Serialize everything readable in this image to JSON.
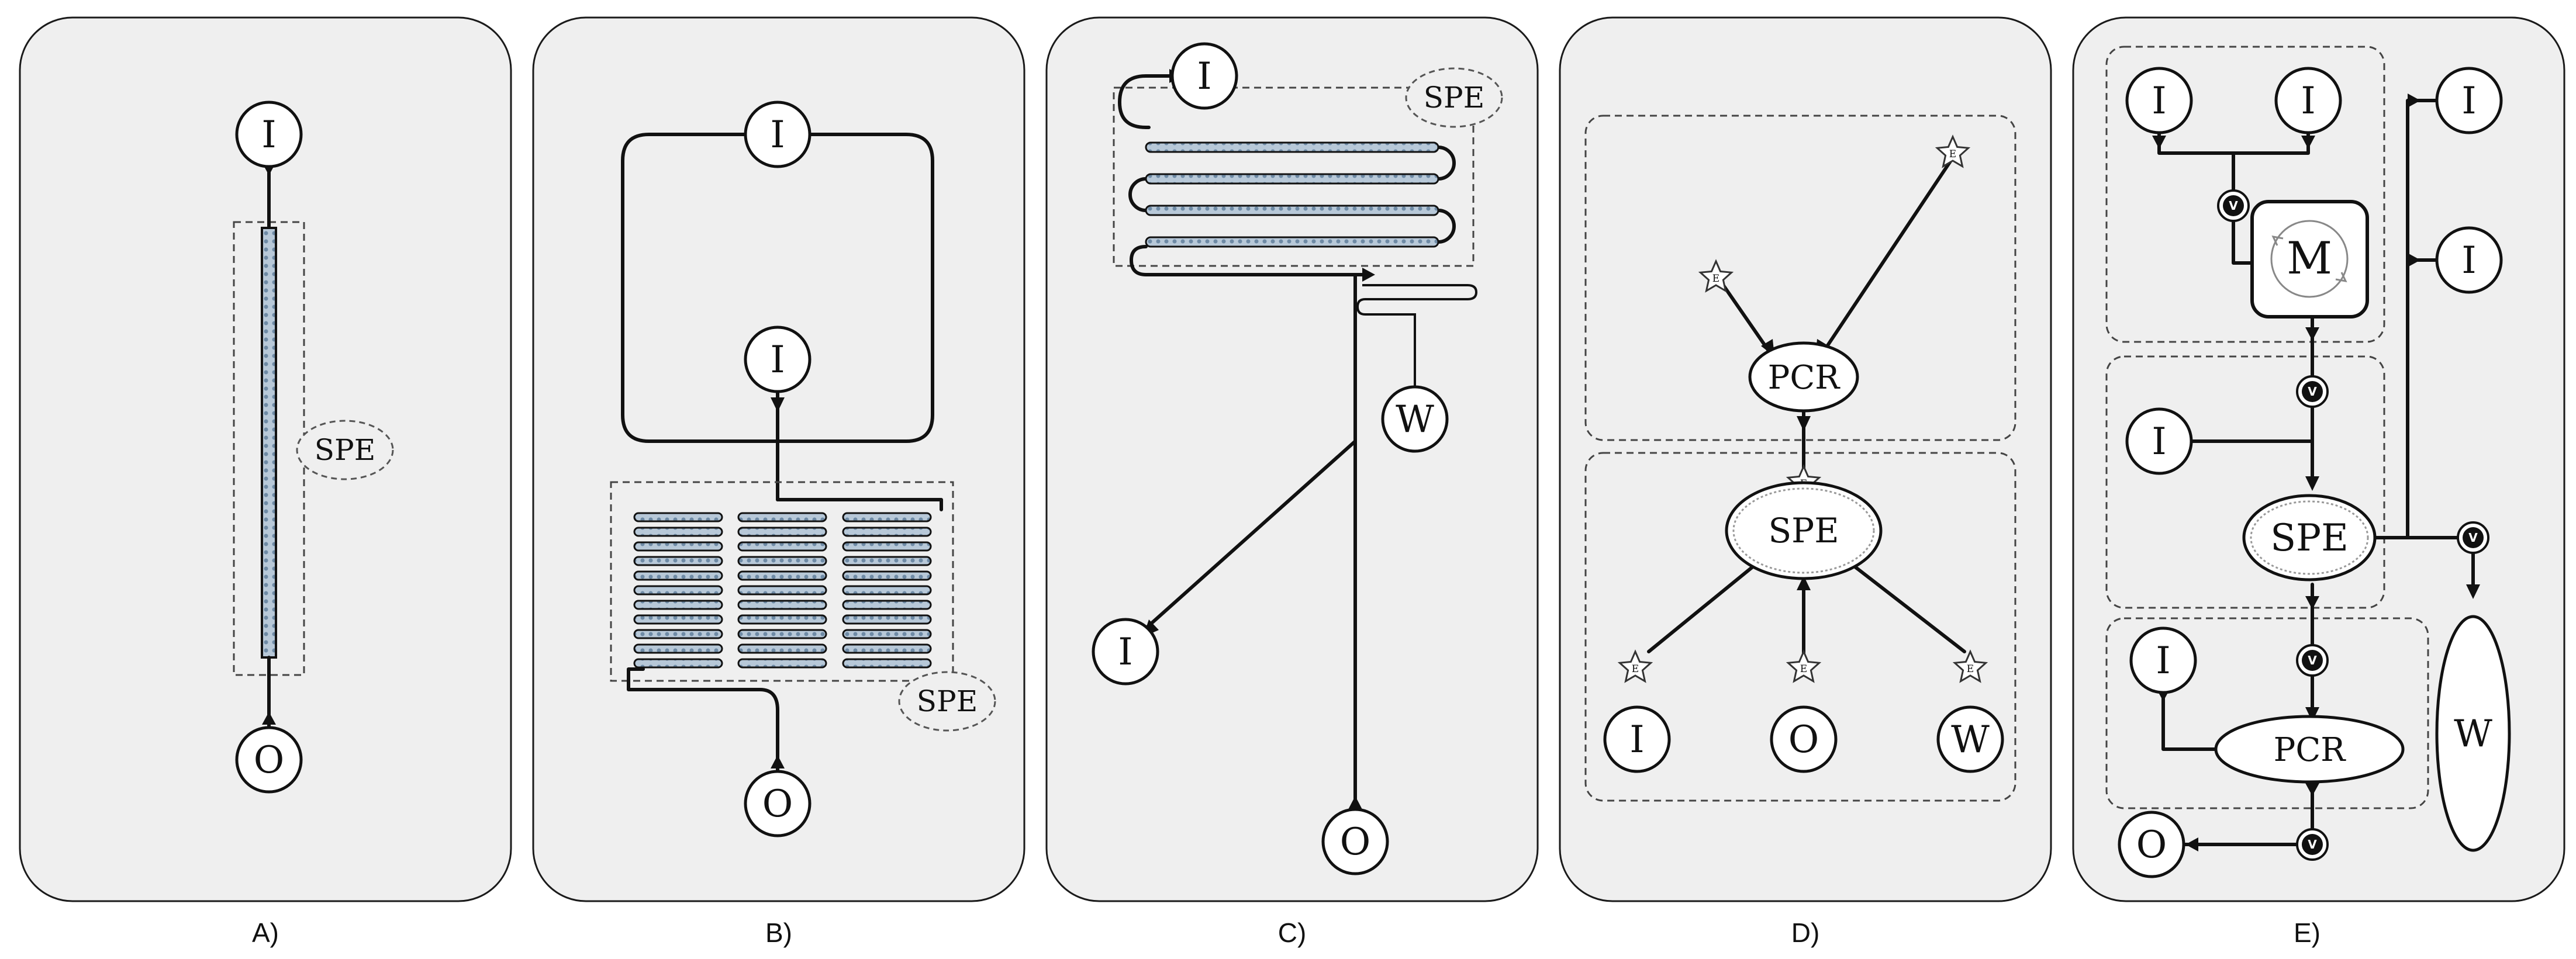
{
  "panels": [
    {
      "caption": "A)"
    },
    {
      "caption": "B)"
    },
    {
      "caption": "C)"
    },
    {
      "caption": "D)"
    },
    {
      "caption": "E)"
    }
  ],
  "labels": {
    "inlet": "I",
    "outlet": "O",
    "waste": "W",
    "spe": "SPE",
    "pcr": "PCR",
    "mixer": "M",
    "valve": "V",
    "port": "E"
  }
}
